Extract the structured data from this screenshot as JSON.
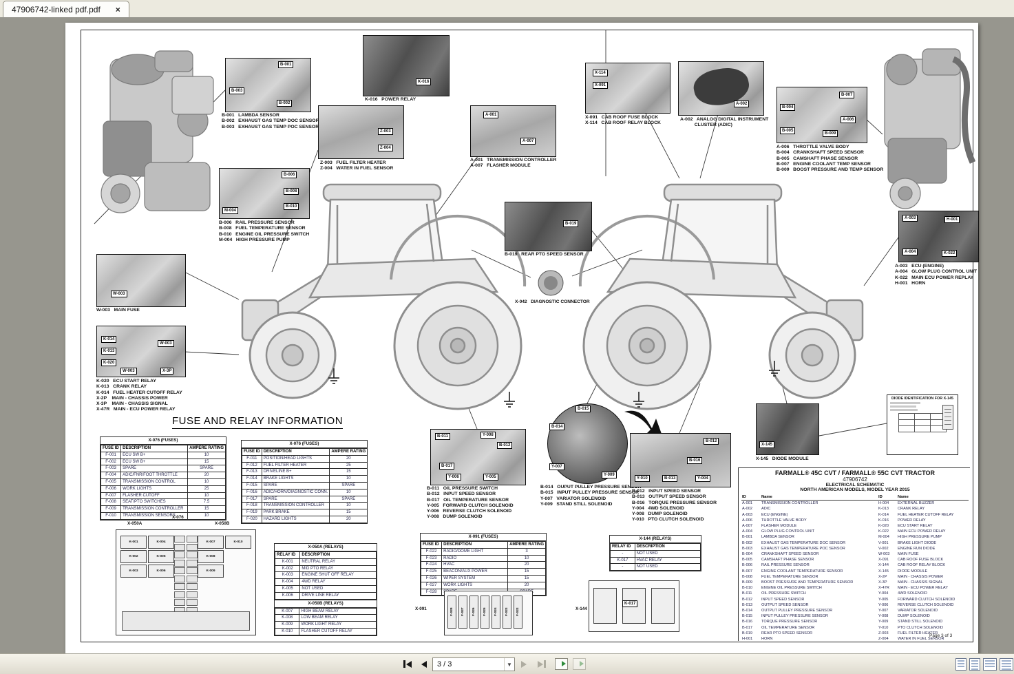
{
  "tab": {
    "title": "47906742-linked pdf.pdf",
    "close_glyph": "×"
  },
  "statusbar": {
    "page_indicator": "3 / 3"
  },
  "schematic": {
    "heading": "FUSE AND RELAY INFORMATION",
    "page_label": "Page 3 of 3",
    "x042_caption": "X-042   DIAGNOSTIC CONNECTOR",
    "callouts": {
      "lambda": {
        "tags": [
          "B-001",
          "B-003",
          "B-002"
        ],
        "lines": [
          "B-001   LAMBDA SENSOR",
          "B-002   EXHAUST GAS TEMP DOC SENSOR",
          "B-003   EXHAUST GAS TEMP POC SENSOR"
        ]
      },
      "k016": {
        "tags": [
          "K-016"
        ],
        "lines": [
          "K-016   POWER RELAY"
        ]
      },
      "fuel": {
        "tags": [
          "Z-003",
          "Z-004"
        ],
        "lines": [
          "Z-003   FUEL FILTER HEATER",
          "Z-004   WATER IN FUEL SENSOR"
        ]
      },
      "rail": {
        "tags": [
          "B-006",
          "B-008",
          "B-010",
          "M-004"
        ],
        "lines": [
          "B-006   RAIL PRESSURE SENSOR",
          "B-008   FUEL TEMPERATURE SENSOR",
          "B-010   ENGINE OIL PRESSURE SWITCH",
          "M-004   HIGH PRESSURE PUMP"
        ]
      },
      "a001": {
        "tags": [
          "A-001",
          "A-007"
        ],
        "lines": [
          "A-001   TRANSMISSION CONTROLLER",
          "A-007   FLASHER MODULE"
        ]
      },
      "cabroof": {
        "tags": [
          "X-114",
          "X-091"
        ],
        "lines": [
          "X-091   CAB ROOF FUSE BLOCK",
          "X-114   CAB ROOF RELAY BLOCK"
        ]
      },
      "adic": {
        "tags": [
          "A-002"
        ],
        "lines": [
          "A-002   ANALOG DIGITAL INSTRUMENT",
          "           CLUSTER (ADIC)"
        ]
      },
      "crank": {
        "tags": [
          "B-007",
          "B-004",
          "A-006",
          "B-005",
          "B-009"
        ],
        "lines": [
          "A-006   THROTTLE VALVE BODY",
          "B-004   CRANKSHAFT SPEED SENSOR",
          "B-005   CAMSHAFT PHASE SENSOR",
          "B-007   ENGINE COOLANT TEMP SENSOR",
          "B-009   BOOST PRESSURE AND TEMP SENSOR"
        ]
      },
      "ecuright": {
        "tags": [
          "A-003",
          "H-001",
          "A-004",
          "K-022"
        ],
        "lines": [
          "A-003   ECU (ENGINE)",
          "A-004   GLOW PLUG CONTROL UNIT",
          "K-022   MAIN ECU POWER REPLAY",
          "H-001   HORN"
        ]
      },
      "rearpto": {
        "tags": [
          "B-019"
        ],
        "lines": [
          "B-019   REAR PTO SPEED SENSOR"
        ]
      },
      "mainfuse": {
        "tags": [
          "W-003"
        ],
        "lines": [
          "W-003   MAIN FUSE"
        ]
      },
      "startrelays": {
        "tags": [
          "K-014",
          "K-013",
          "K-020",
          "W-003",
          "W-003",
          "X-3P"
        ],
        "lines": [
          "K-020   ECU START RELAY",
          "K-013   CRANK RELAY",
          "K-014   FUEL HEATER CUTOFF RELAY",
          "X-2P    MAIN - CHASSIS POWER",
          "X-3P    MAIN - CHASSIS SIGNAL",
          "X-47R   MAIN - ECU POWER RELAY"
        ]
      },
      "transleft": {
        "tags": [
          "B-011",
          "Y-008",
          "B-012",
          "B-017",
          "Y-006",
          "Y-005"
        ],
        "lines": [
          "B-011   OIL PRESSURE SWITCH",
          "B-012   INPUT SPEED SENSOR",
          "B-017   OIL TEMPERATURE SENSOR",
          "Y-005   FORWARD CLUTCH SOLENOID",
          "Y-006   REVERSE CLUTCH SOLENOID",
          "Y-008   DUMP SOLENOID"
        ]
      },
      "pulley": {
        "tags": [
          "B-015",
          "B-014",
          "Y-007",
          "Y-009"
        ],
        "lines": [
          "B-014   OUPUT PULLEY PRESSURE SENSOR",
          "B-015   INPUT PULLEY PRESSURE SENSOR",
          "Y-007   VARIATOR SOLENOID",
          "Y-009   STAND STILL SOLENOID"
        ]
      },
      "transright": {
        "tags": [
          "B-012",
          "B-016",
          "Y-010",
          "B-013",
          "Y-004"
        ],
        "lines": [
          "B-012   INPUT SPEED SENSOR",
          "B-013   OUTPUT SPEED SENSOR",
          "B-016   TORQUE PRESSURE SENSOR",
          "Y-004   4WD SOLENOID",
          "Y-008   DUMP SOLENOID",
          "Y-010   PTO CLUTCH SOLENOID"
        ]
      },
      "diodemod": {
        "tags": [
          "X-145"
        ],
        "lines": [
          "X-145   DIODE MODULE"
        ]
      }
    },
    "tables": {
      "x076a": {
        "title": "X-076 (FUSES)",
        "headers": [
          "FUSE ID",
          "DESCRIPTION",
          "AMPERE RATING"
        ],
        "rows": [
          [
            "F-001",
            "ECU SW B+",
            "10"
          ],
          [
            "F-002",
            "ECU SW B+",
            "15"
          ],
          [
            "F-003",
            "SPARE",
            "SPARE"
          ],
          [
            "F-004",
            "ADIC/FNR/FOOT THROTTLE",
            "20"
          ],
          [
            "F-005",
            "TRANSMISSION CONTROL",
            "10"
          ],
          [
            "F-006",
            "WORK LIGHTS",
            "25"
          ],
          [
            "F-007",
            "FLASHER CUTOFF",
            "10"
          ],
          [
            "F-008",
            "SEAT/PTO SWITCHES",
            "7.5"
          ],
          [
            "F-009",
            "TRANSMISSION CONTROLLER",
            "15"
          ],
          [
            "F-010",
            "TRANSMISSION SENSORS",
            "10"
          ]
        ]
      },
      "x076b": {
        "title": "X-076 (FUSES)",
        "headers": [
          "FUSE ID",
          "DESCRIPTION",
          "AMPERE RATING"
        ],
        "rows": [
          [
            "F-011",
            "POSITION/HEAD LIGHTS",
            "20"
          ],
          [
            "F-012",
            "FUEL FILTER HEATER",
            "25"
          ],
          [
            "F-013",
            "DRIVELINE B+",
            "15"
          ],
          [
            "F-014",
            "BRAKE LIGHTS",
            "10"
          ],
          [
            "F-015",
            "SPARE",
            "SPARE"
          ],
          [
            "F-016",
            "ADIC/HORN/DIAGNOSTIC CONN.",
            "10"
          ],
          [
            "F-017",
            "SPARE",
            "SPARE"
          ],
          [
            "F-018",
            "TRANSMISSION CONTROLLER",
            "10"
          ],
          [
            "F-019",
            "PARK BRAKE",
            "15"
          ],
          [
            "F-020",
            "HAZARD LIGHTS",
            "20"
          ]
        ]
      },
      "x050": {
        "title_a": "X-050A (RELAYS)",
        "title_b": "X-050B (RELAYS)",
        "headers": [
          "RELAY ID",
          "DESCRIPTION"
        ],
        "rows_a": [
          [
            "K-001",
            "NEUTRAL RELAY"
          ],
          [
            "K-002",
            "MID PTO RELAY"
          ],
          [
            "K-003",
            "ENGINE SHUT OFF RELAY"
          ],
          [
            "K-004",
            "4WD RELAY"
          ],
          [
            "K-005",
            "NOT USED"
          ],
          [
            "K-006",
            "DRIVE LINE RELAY"
          ]
        ],
        "rows_b": [
          [
            "K-007",
            "HIGH BEAM RELAY"
          ],
          [
            "K-008",
            "LOW BEAM RELAY"
          ],
          [
            "K-009",
            "WORK LIGHT RELAY"
          ],
          [
            "K-010",
            "FLASHER CUTOFF RELAY"
          ]
        ]
      },
      "x091": {
        "title": "X-091 (FUSES)",
        "headers": [
          "FUSE ID",
          "DESCRIPTION",
          "AMPERE RATING"
        ],
        "rows": [
          [
            "F-022",
            "RADIO/DOME LIGHT",
            "3"
          ],
          [
            "F-023",
            "RADIO",
            "10"
          ],
          [
            "F-024",
            "HVAC",
            "20"
          ],
          [
            "F-025",
            "BEACON/AUX POWER",
            "15"
          ],
          [
            "F-026",
            "WIPER SYSTEM",
            "15"
          ],
          [
            "F-027",
            "WORK LIGHTS",
            "20"
          ],
          [
            "F-028",
            "SPARE",
            "SPARE"
          ]
        ]
      },
      "x144": {
        "title": "X-144 (RELAYS)",
        "headers": [
          "RELAY ID",
          "DESCRIPTION"
        ],
        "rows": [
          [
            "-",
            "NOT USED"
          ],
          [
            "K-017",
            "HVAC RELAY"
          ],
          [
            "-",
            "NOT USED"
          ]
        ]
      }
    },
    "legend": {
      "title1": "FARMALL® 45C CVT / FARMALL® 55C CVT TRACTOR",
      "title2": "47906742",
      "title3": "ELECTRICAL SCHEMATIC",
      "title4": "NORTH AMERICAN MODELS, MODEL YEAR 2015",
      "headers": [
        "ID",
        "Name",
        "ID",
        "Name"
      ],
      "rows": [
        [
          "A-001",
          "TRANSMISSION CONTROLLER",
          "H-004",
          "EXTERNAL BUZZER"
        ],
        [
          "A-002",
          "ADIC",
          "K-013",
          "CRANK RELAY"
        ],
        [
          "A-003",
          "ECU (ENGINE)",
          "K-014",
          "FUEL HEATER CUTOFF RELAY"
        ],
        [
          "A-006",
          "THROTTLE VALVE BODY",
          "K-016",
          "POWER RELAY"
        ],
        [
          "A-007",
          "FLASHER MODULE",
          "K-020",
          "ECU START RELAY"
        ],
        [
          "A-004",
          "GLOW PLUG CONTROL UNIT",
          "K-022",
          "MAIN ECU POWER RELAY"
        ],
        [
          "B-001",
          "LAMBDA SENSOR",
          "M-004",
          "HIGH PRESSURE PUMP"
        ],
        [
          "B-002",
          "EXHAUST GAS TEMPERATURE DOC SENSOR",
          "V-001",
          "BRAKE LIGHT DIODE"
        ],
        [
          "B-003",
          "EXHAUST GAS TEMPERATURE POC SENSOR",
          "V-002",
          "ENGINE RUN DIODE"
        ],
        [
          "B-004",
          "CRANKSHAFT SPEED SENSOR",
          "W-003",
          "MAIN FUSE"
        ],
        [
          "B-005",
          "CAMSHAFT PHASE SENSOR",
          "X-091",
          "CAB ROOF FUSE BLOCK"
        ],
        [
          "B-006",
          "RAIL PRESSURE SENSOR",
          "X-144",
          "CAB ROOF RELAY BLOCK"
        ],
        [
          "B-007",
          "ENGINE COOLANT TEMPERATURE SENSOR",
          "X-145",
          "DIODE MODULE"
        ],
        [
          "B-008",
          "FUEL TEMPERATURE SENSOR",
          "X-2P",
          "MAIN - CHASSIS POWER"
        ],
        [
          "B-009",
          "BOOST PRESSURE AND TEMPERATURE SENSOR",
          "X-3P",
          "MAIN - CHASSIS SIGNAL"
        ],
        [
          "B-010",
          "ENGINE OIL PRESSURE SWITCH",
          "X-47R",
          "MAIN - ECU POWER RELAY"
        ],
        [
          "B-011",
          "OIL PRESSURE SWITCH",
          "Y-004",
          "4WD SOLENOID"
        ],
        [
          "B-012",
          "INPUT SPEED SENSOR",
          "Y-005",
          "FORWARD CLUTCH SOLENOID"
        ],
        [
          "B-013",
          "OUTPUT SPEED SENSOR",
          "Y-006",
          "REVERSE CLUTCH SOLENOID"
        ],
        [
          "B-014",
          "OUTPUT PULLEY PRESSURE SENSOR",
          "Y-007",
          "VARIATOR SOLENOID"
        ],
        [
          "B-015",
          "INPUT PULLEY PRESSURE SENSOR",
          "Y-008",
          "DUMP SOLENOID"
        ],
        [
          "B-016",
          "TORQUE PRESSURE SENSOR",
          "Y-009",
          "STAND STILL SOLENOID"
        ],
        [
          "B-017",
          "OIL TEMPERATURE SENSOR",
          "Y-010",
          "PTO CLUTCH SOLENOID"
        ],
        [
          "B-019",
          "REAR PTO SPEED SENSOR",
          "Z-003",
          "FUEL FILTER HEATER"
        ],
        [
          "H-001",
          "HORN",
          "Z-004",
          "WATER IN FUEL SENSOR"
        ]
      ]
    },
    "pictorials": {
      "x076_label": "X-076",
      "x050a_label": "X-050A",
      "x050b_label": "X-050B",
      "relays_a": [
        [
          "K-001",
          "K-004"
        ],
        [
          "K-002",
          "K-005"
        ],
        [
          "K-003",
          "K-006"
        ]
      ],
      "relays_b": [
        [
          "K-007",
          "K-010"
        ],
        [
          "K-008",
          ""
        ],
        [
          "K-009",
          ""
        ]
      ],
      "x091_label": "X-091",
      "x091_fuses": [
        "F-028",
        "F-027",
        "F-026",
        "F-025",
        "F-024",
        "F-023",
        "F-022"
      ],
      "x144_label": "X-144",
      "x144_relay": "K-017"
    },
    "diode_box": {
      "title": "DIODE IDENTIFICATION FOR X-145"
    }
  }
}
